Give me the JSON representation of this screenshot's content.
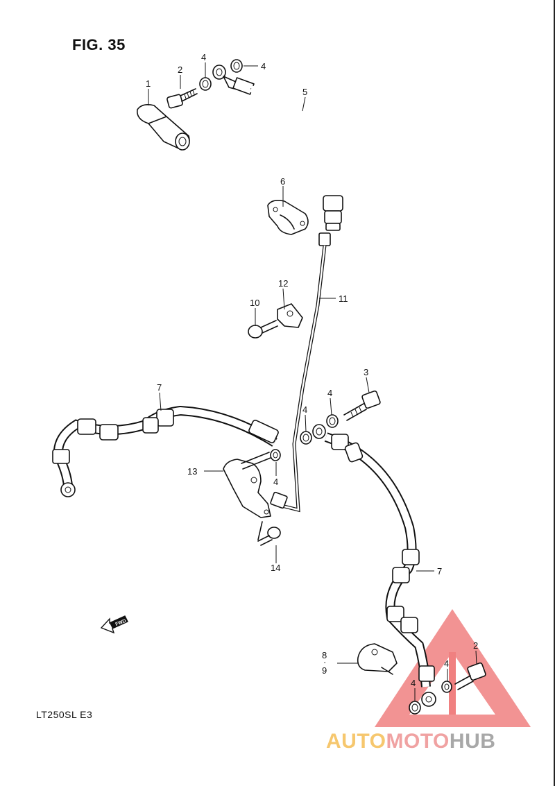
{
  "figure": {
    "title": "FIG. 35",
    "model": "LT250SL  E3"
  },
  "callouts": [
    {
      "id": "c1",
      "text": "1"
    },
    {
      "id": "c2a",
      "text": "2"
    },
    {
      "id": "c4a",
      "text": "4"
    },
    {
      "id": "c4b",
      "text": "4"
    },
    {
      "id": "c5",
      "text": "5"
    },
    {
      "id": "c6",
      "text": "6"
    },
    {
      "id": "c12",
      "text": "12"
    },
    {
      "id": "c10",
      "text": "10"
    },
    {
      "id": "c11",
      "text": "11"
    },
    {
      "id": "c3",
      "text": "3"
    },
    {
      "id": "c7a",
      "text": "7"
    },
    {
      "id": "c4c",
      "text": "4"
    },
    {
      "id": "c4d",
      "text": "4"
    },
    {
      "id": "c13",
      "text": "13"
    },
    {
      "id": "c4e",
      "text": "4"
    },
    {
      "id": "c14",
      "text": "14"
    },
    {
      "id": "c7b",
      "text": "7"
    },
    {
      "id": "c8",
      "text": "8"
    },
    {
      "id": "cdot",
      "text": "·"
    },
    {
      "id": "c9",
      "text": "9"
    },
    {
      "id": "c2b",
      "text": "2"
    },
    {
      "id": "c4f",
      "text": "4"
    },
    {
      "id": "c4g",
      "text": "4"
    }
  ],
  "fwd_arrow": {
    "label": "FWD"
  },
  "watermark": {
    "part1": "AUTO",
    "part2": "MOTO",
    "part3": "HUB",
    "color_a": "#f6c76e",
    "color_b": "#f0a2a2",
    "color_c": "#a8a8a8"
  }
}
